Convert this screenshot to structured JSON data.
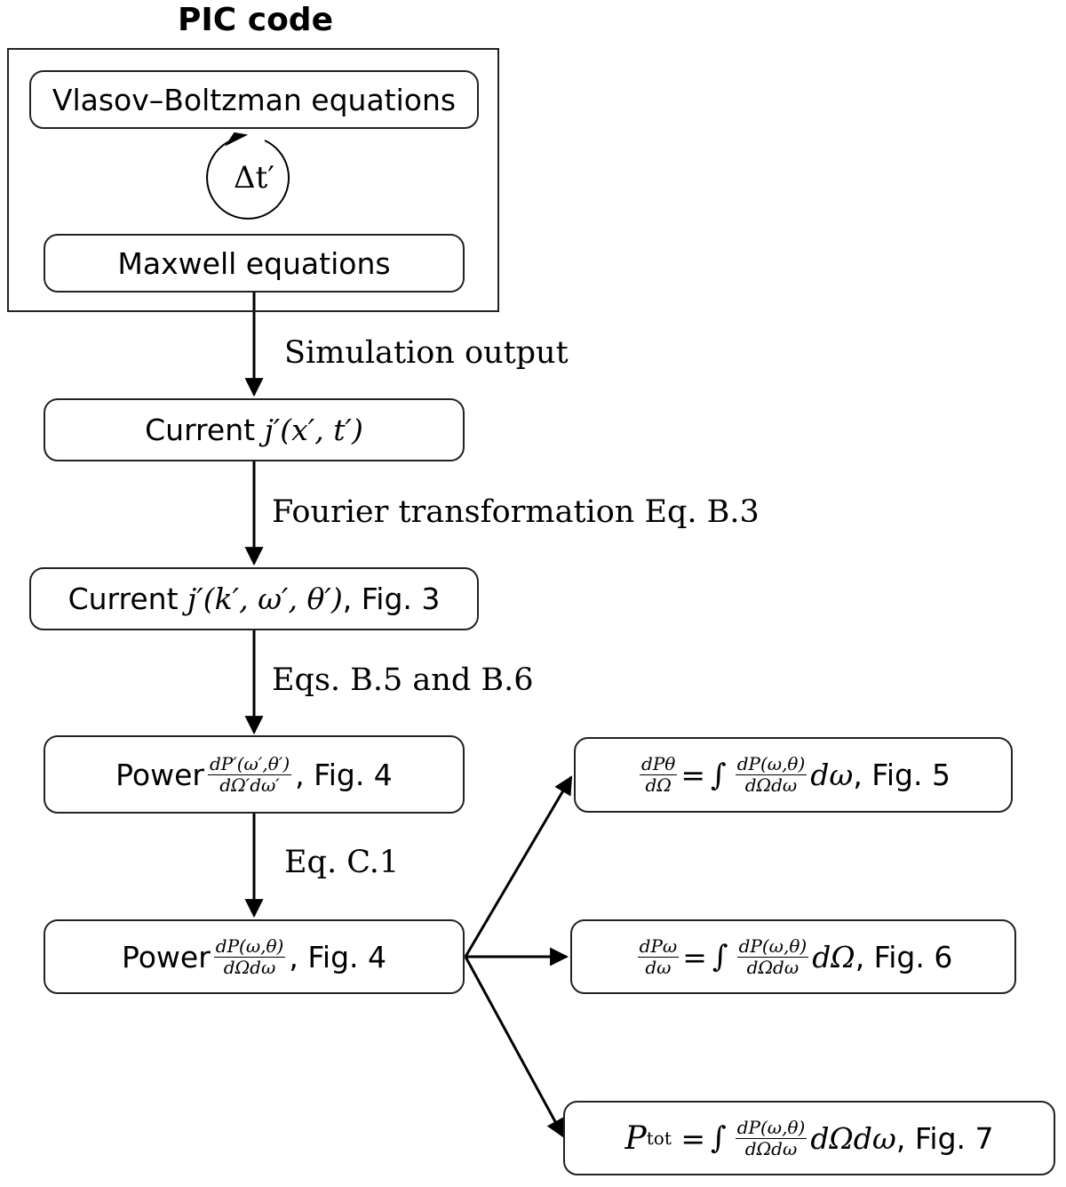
{
  "pic_block": {
    "title": "PIC code",
    "vlasov": "Vlasov–Boltzman equations",
    "loop_label": "Δt′",
    "maxwell": "Maxwell equations"
  },
  "edges": {
    "simulation_output": "Simulation output",
    "fourier": "Fourier transformation Eq. B.3",
    "eqs_b5_b6": "Eqs. B.5 and B.6",
    "eq_c1": "Eq. C.1"
  },
  "nodes": {
    "current_xt": {
      "word": "Current",
      "expr": "j′(x′, t′)"
    },
    "current_kwt": {
      "word": "Current",
      "expr": "j′(k′, ω′, θ′)",
      "fig": ", Fig. 3"
    },
    "power_prime": {
      "word": "Power",
      "num": "dP′(ω′,θ′)",
      "den": "dΩ′dω′",
      "fig": ", Fig. 4"
    },
    "power": {
      "word": "Power",
      "num": "dP(ω,θ)",
      "den": "dΩdω",
      "fig": ", Fig. 4"
    },
    "dp_theta": {
      "lhs_num": "dPθ",
      "lhs_den": "dΩ",
      "eq": "=",
      "int": "∫",
      "num": "dP(ω,θ)",
      "den": "dΩdω",
      "tail": "dω",
      "fig": ", Fig. 5"
    },
    "dp_omega": {
      "lhs_num": "dPω",
      "lhs_den": "dω",
      "eq": "=",
      "int": "∫",
      "num": "dP(ω,θ)",
      "den": "dΩdω",
      "tail": "dΩ",
      "fig": ", Fig. 6"
    },
    "p_tot": {
      "lhs": "P",
      "lhs_sub": "tot",
      "eq": "=",
      "int": "∫",
      "num": "dP(ω,θ)",
      "den": "dΩdω",
      "tail": "dΩdω",
      "fig": ", Fig. 7"
    }
  },
  "colors": {
    "stroke": "#222222",
    "text": "#000000",
    "background": "#ffffff"
  }
}
